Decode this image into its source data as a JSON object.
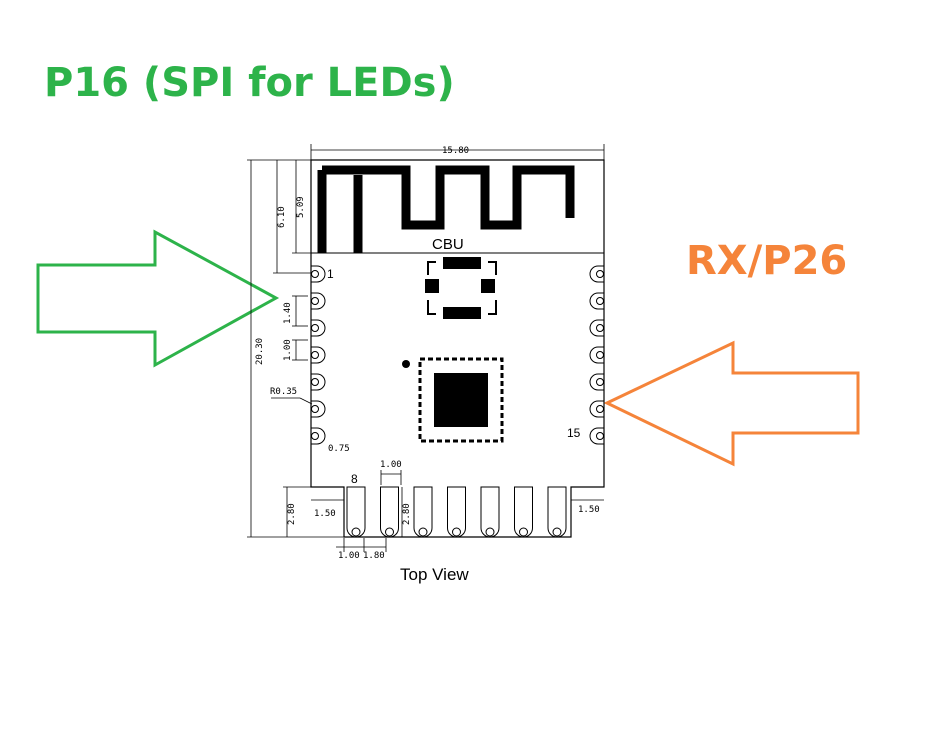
{
  "labels": {
    "left": {
      "text": "P16 (SPI for LEDs)",
      "color": "#2db34a"
    },
    "right": {
      "text": "RX/P26",
      "color": "#f5843a"
    }
  },
  "drawing": {
    "chip_label": "CBU",
    "caption": "Top View",
    "pin_labels": {
      "first": "1",
      "bottom_first": "8",
      "last": "15"
    },
    "dimensions": {
      "width": "15.80",
      "height": "20.30",
      "antenna_height": "6.10",
      "antenna_trace": "5.09",
      "pad_pitch": "1.40",
      "pad_height": "1.00",
      "corner_radius": "R0.35",
      "pad_offset": "0.75",
      "bottom_pad_width_top": "1.00",
      "bottom_pad_length_left": "2.80",
      "bottom_pad_length": "2.80",
      "edge_left": "1.50",
      "edge_right": "1.50",
      "bottom_pad_width": "1.00",
      "bottom_pad_pitch": "1.80"
    }
  }
}
